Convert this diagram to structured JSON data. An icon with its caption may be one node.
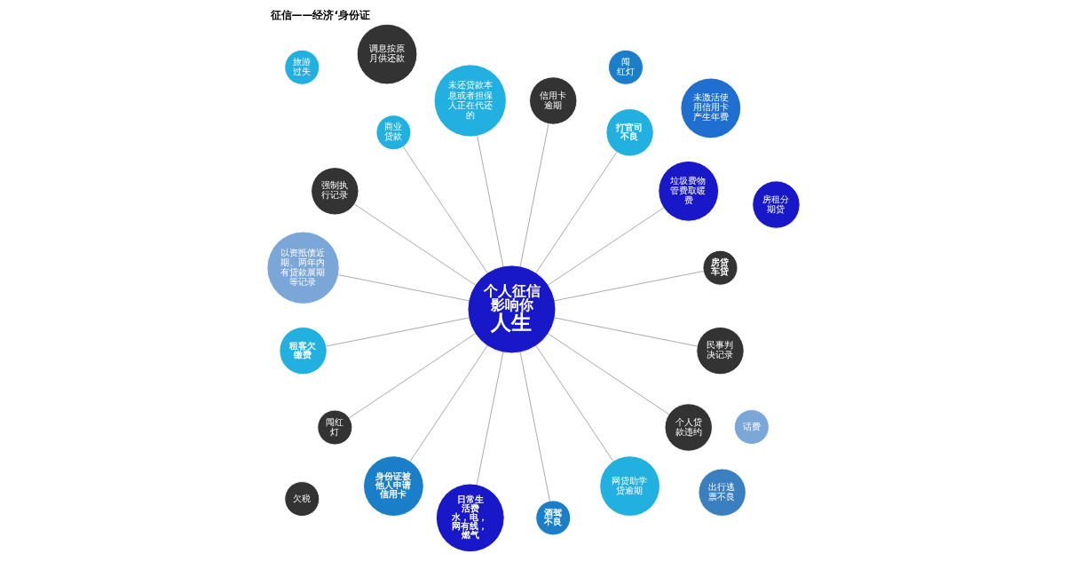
{
  "diagram": {
    "title": "征信——经济‘身份证",
    "nodes": [
      {
        "text": [
          "个人征信影响你",
          "人生"
        ]
      },
      {
        "text": [
          "出行逃票不良"
        ]
      },
      {
        "text": [
          "房贷车贷"
        ]
      },
      {
        "text": [
          "垃圾费物管费取暖费"
        ]
      },
      {
        "text": [
          "打官司不良"
        ]
      },
      {
        "text": [
          "信用卡逾期"
        ]
      },
      {
        "text": [
          "未还贷款本息或者担保人正在代还的"
        ]
      },
      {
        "text": [
          "商业贷款"
        ]
      },
      {
        "text": [
          "闯红灯"
        ]
      },
      {
        "text": [
          "未激活使用信用卡产生年费"
        ]
      },
      {
        "text": [
          "旅游过失"
        ]
      },
      {
        "text": [
          "强制执行记录"
        ]
      },
      {
        "text": [
          "以资抵债近期、两年内有贷款展期等记录"
        ]
      },
      {
        "text": [
          "租客欠缴费"
        ]
      },
      {
        "text": [
          "闯红灯"
        ]
      },
      {
        "text": [
          "欠税"
        ]
      },
      {
        "text": [
          "身份证被他人申请信用卡"
        ]
      },
      {
        "text": [
          "日常生活费",
          "水，电，网有线，燃气"
        ]
      },
      {
        "text": [
          "调息按原月供还款"
        ]
      },
      {
        "text": [
          "酒驾不良"
        ]
      },
      {
        "text": [
          "网贷助学贷逾期"
        ]
      },
      {
        "text": [
          "话费"
        ]
      },
      {
        "text": [
          "房租分期贷"
        ]
      },
      {
        "text": [
          "个人贷款违约"
        ]
      },
      {
        "text": [
          "民事判决记录"
        ]
      }
    ],
    "edges": [
      {
        "from": 0,
        "to": 2,
        "arrow": "none"
      },
      {
        "from": 0,
        "to": 4,
        "arrow": "none"
      },
      {
        "from": 0,
        "to": 3,
        "arrow": "none"
      },
      {
        "from": 0,
        "to": 5,
        "arrow": "none"
      },
      {
        "from": 0,
        "to": 12,
        "arrow": "none"
      },
      {
        "from": 0,
        "to": 14,
        "arrow": "none"
      },
      {
        "from": 0,
        "to": 17,
        "arrow": "none"
      },
      {
        "from": 0,
        "to": 19,
        "arrow": "none"
      },
      {
        "from": 0,
        "to": 24,
        "arrow": "none"
      },
      {
        "from": 0,
        "to": 20,
        "arrow": "none"
      },
      {
        "from": 0,
        "to": 23,
        "arrow": "none"
      },
      {
        "from": 0,
        "to": 16,
        "arrow": "none"
      },
      {
        "from": 0,
        "to": 13,
        "arrow": "none"
      },
      {
        "from": 0,
        "to": 11,
        "arrow": "none"
      },
      {
        "from": 0,
        "to": 6,
        "arrow": "none"
      },
      {
        "from": 0,
        "to": 7,
        "arrow": "none"
      }
    ]
  }
}
